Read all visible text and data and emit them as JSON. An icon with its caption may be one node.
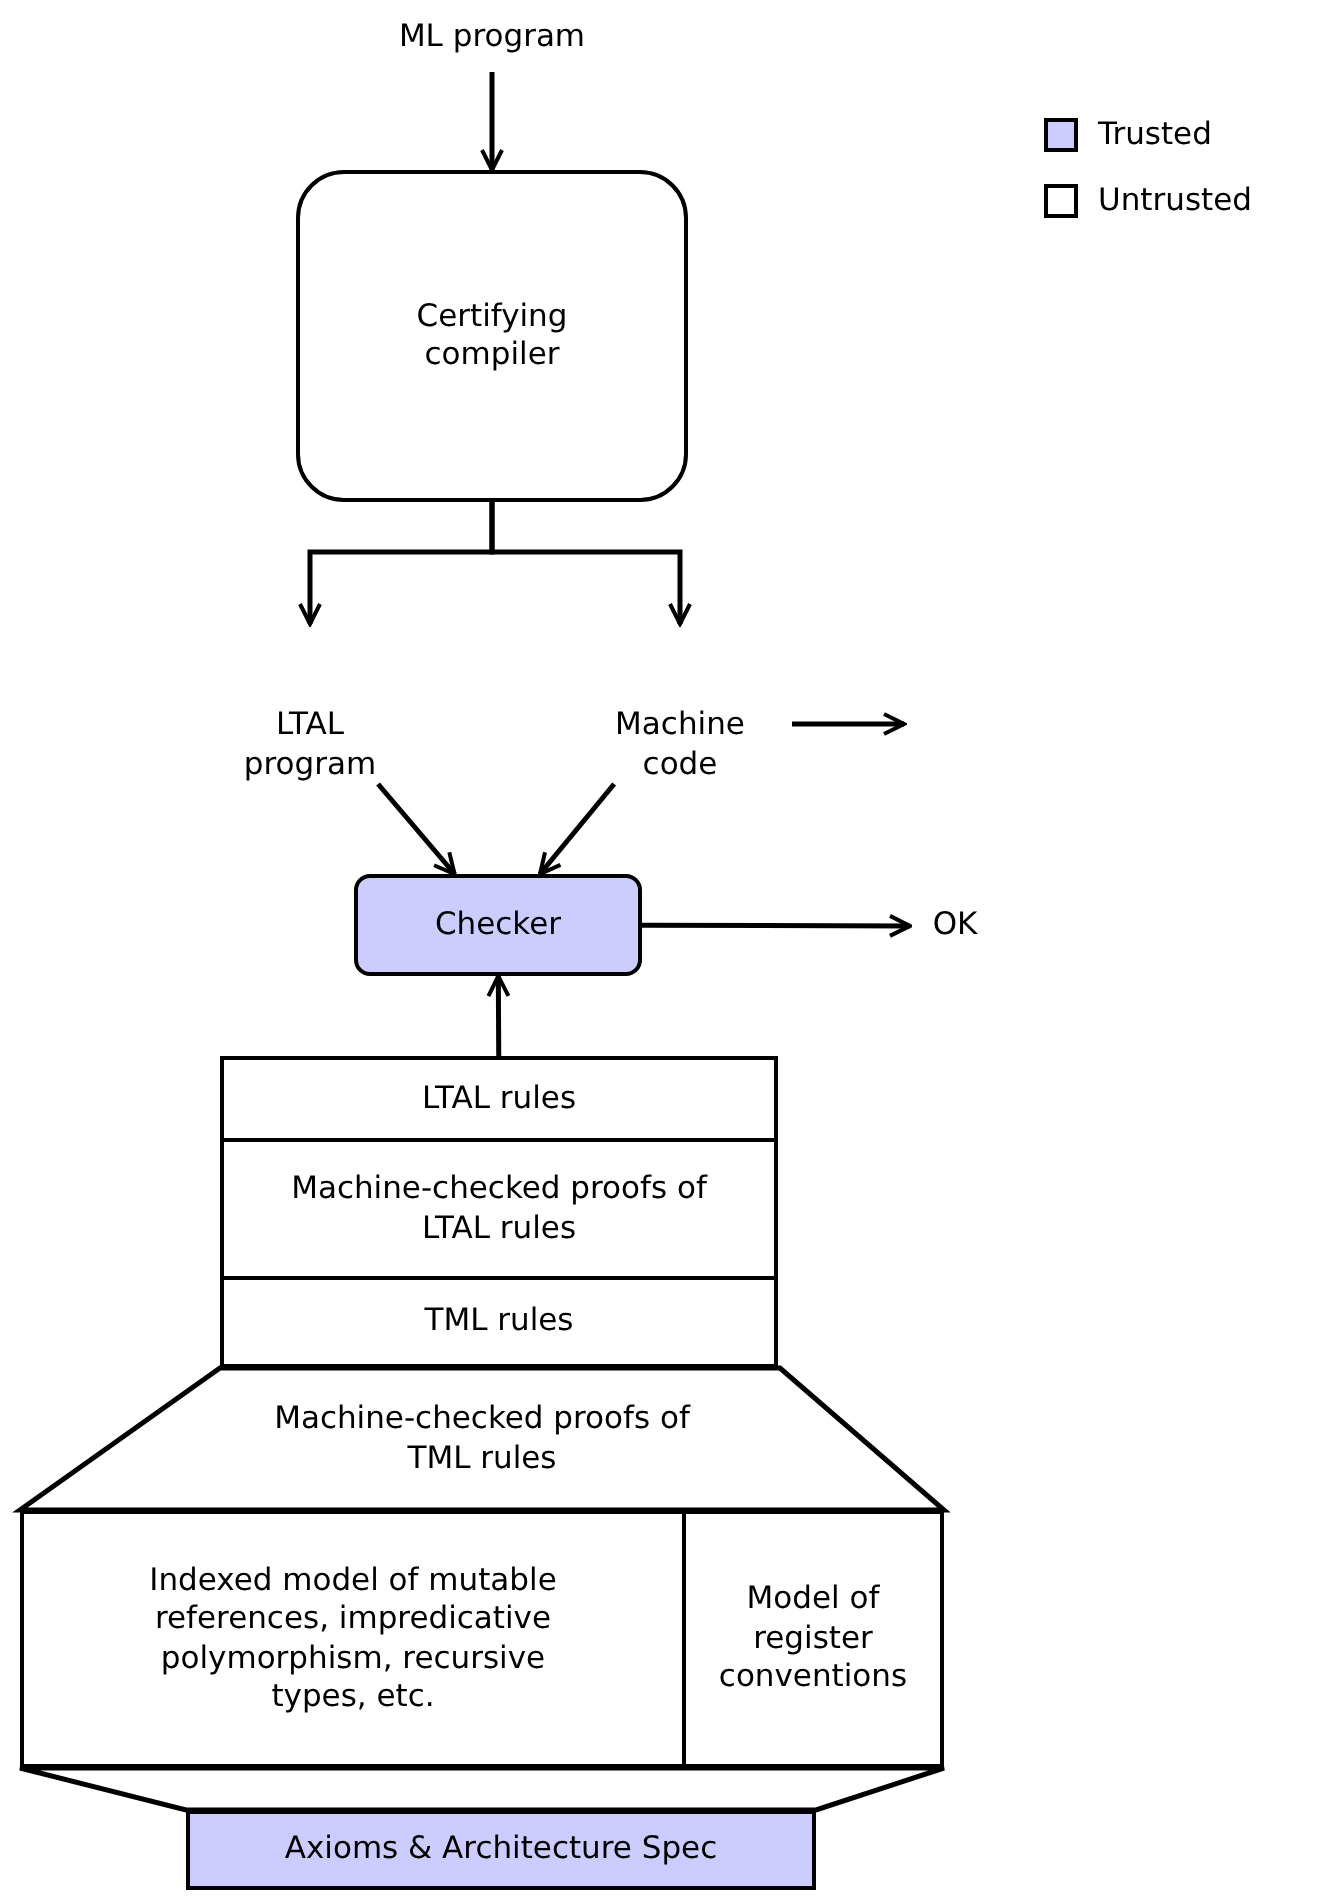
{
  "diagram": {
    "nodes": [
      {
        "text": [
          "ML program"
        ]
      },
      {
        "text": [
          "Certifying compiler"
        ]
      },
      {
        "text": [
          "LTAL program"
        ]
      },
      {
        "text": [
          "Machine code"
        ]
      },
      {
        "text": [
          "Checker"
        ]
      },
      {
        "text": [
          "OK"
        ]
      },
      {
        "text": [
          "LTAL rules"
        ]
      },
      {
        "text": [
          "Machine-checked proofs of LTAL rules"
        ]
      },
      {
        "text": [
          "TML rules"
        ]
      },
      {
        "text": [
          "Machine-checked proofs of TML rules"
        ]
      },
      {
        "text": [
          "Indexed model of mutable references, impredicative polymorphism, recursive types, etc."
        ]
      },
      {
        "text": [
          "Model of register conventions"
        ]
      },
      {
        "text": [],
        "shape": "trapezoid"
      },
      {
        "text": [
          "Axioms & Architecture Spec"
        ]
      }
    ],
    "edges": [
      {
        "from": 0,
        "to": 1,
        "arrow": "to"
      },
      {
        "from": 1,
        "to": 2,
        "arrow": "to"
      },
      {
        "from": 1,
        "to": 3,
        "arrow": "to"
      },
      {
        "from": 2,
        "to": 4,
        "arrow": "to"
      },
      {
        "from": 3,
        "to": 4,
        "arrow": "to"
      },
      {
        "from": 3,
        "to": null,
        "arrow": "to"
      },
      {
        "from": 4,
        "to": 5,
        "arrow": "to"
      },
      {
        "from": 6,
        "to": 4,
        "arrow": "to"
      }
    ],
    "legend": [
      {
        "text": "Trusted",
        "color": "#ccccff"
      },
      {
        "text": "Untrusted",
        "color": "#ffffff"
      }
    ]
  }
}
